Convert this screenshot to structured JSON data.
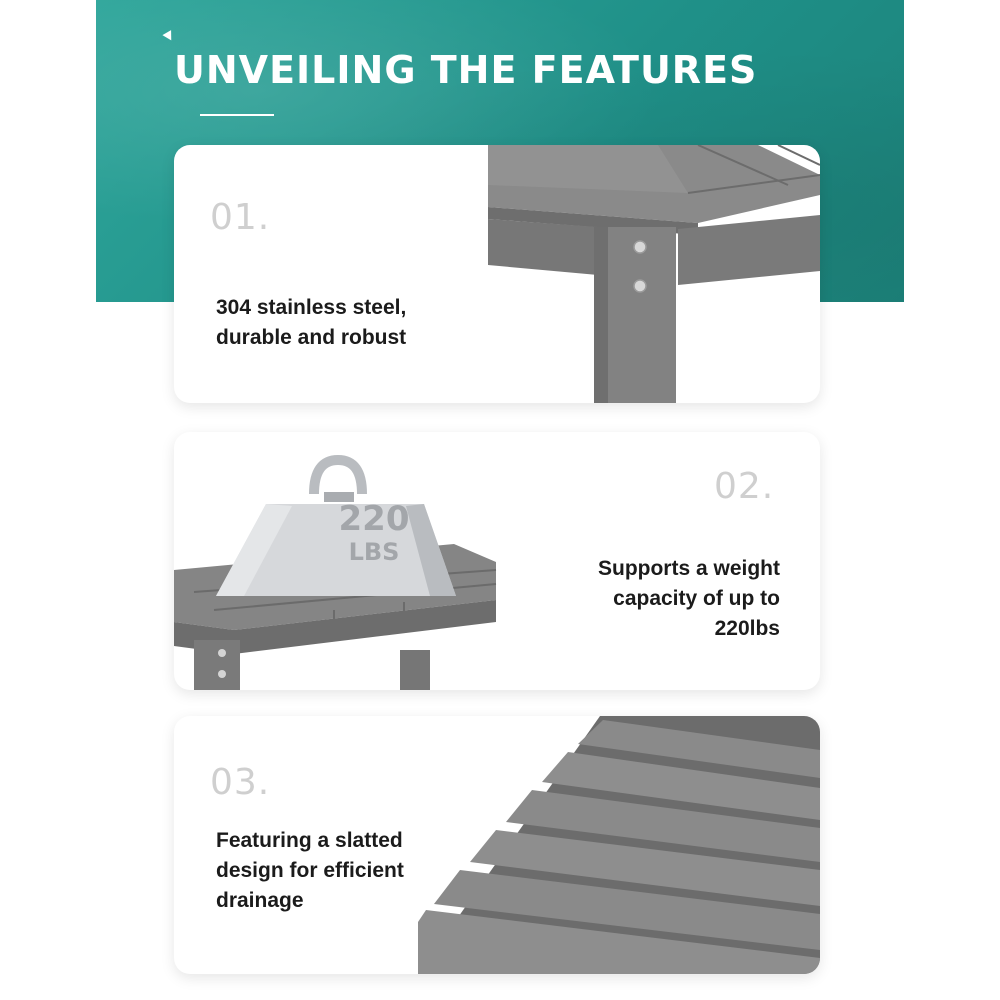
{
  "banner": {
    "title": "UNVEILING THE FEATURES"
  },
  "features": [
    {
      "number": "01.",
      "text": [
        "304 stainless steel,",
        "durable and robust"
      ]
    },
    {
      "number": "02.",
      "text": [
        "Supports a weight",
        "capacity of up to",
        "220lbs"
      ],
      "weight_label": [
        "220",
        "LBS"
      ]
    },
    {
      "number": "03.",
      "text": [
        "Featuring a slatted",
        "design for efficient",
        "drainage"
      ]
    }
  ],
  "colors": {
    "banner_teal": "#1f9088",
    "table_gray": "#7c7c7c",
    "number_gray": "#cfcfcf",
    "text_dark": "#1b1b1b"
  }
}
